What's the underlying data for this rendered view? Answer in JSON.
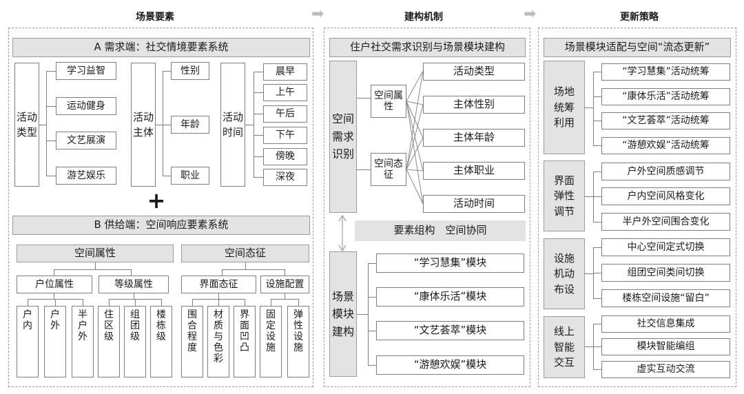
{
  "headers": {
    "scene_elements": "场景要素",
    "mechanism": "建构机制",
    "strategy": "更新策略"
  },
  "demand": {
    "title": "A 需求端：社交情境要素系统",
    "activity_type": "活动类型",
    "activity_type_items": [
      "学习益智",
      "运动健身",
      "文艺展演",
      "游艺娱乐"
    ],
    "activity_subject": "活动主体",
    "activity_subject_items": [
      "性别",
      "年龄",
      "职业"
    ],
    "activity_time": "活动时间",
    "activity_time_items": [
      "晨早",
      "上午",
      "午后",
      "下午",
      "傍晚",
      "深夜"
    ]
  },
  "plus": "+",
  "supply": {
    "title": "B 供给端：空间响应要素系统",
    "space_attr": "空间属性",
    "space_state": "空间态征",
    "household": "户位属性",
    "grade": "等级属性",
    "interface": "界面态征",
    "facility": "设施配置",
    "household_items": [
      "户内",
      "户外",
      "半户外"
    ],
    "grade_items": [
      "住区级",
      "组团级",
      "楼栋级"
    ],
    "interface_items": [
      "围合程度",
      "材质与色彩",
      "界面凹凸"
    ],
    "facility_items": [
      "固定设施",
      "弹性设施"
    ]
  },
  "mechanism": {
    "title": "住户社交需求识别与场景模块建构",
    "identify": "空间需求识别",
    "attr": "空间属性",
    "state": "空间态征",
    "targets": [
      "活动类型",
      "主体性别",
      "主体年龄",
      "主体职业",
      "活动时间"
    ],
    "coop": "要素组构　空间协同",
    "build": "场景模块建构",
    "modules": [
      "“学习慧集”模块",
      "“康体乐活”模块",
      "“文艺荟萃”模块",
      "“游憩欢娱”模块"
    ]
  },
  "strategy": {
    "title": "场景模块适配与空间“流态更新”",
    "groups": [
      {
        "label": "场地统筹利用",
        "items": [
          "“学习慧集”活动统筹",
          "“康体乐活”活动统筹",
          "“文艺荟萃”活动统筹",
          "“游憩欢娱”活动统筹"
        ]
      },
      {
        "label": "界面弹性调节",
        "items": [
          "户外空间质感调节",
          "户内空间风格变化",
          "半户外空间围合变化"
        ]
      },
      {
        "label": "设施机动布设",
        "items": [
          "中心空间定式切换",
          "组团空间类间切换",
          "楼栋空间设施“留白”"
        ]
      },
      {
        "label": "线上智能交互",
        "items": [
          "社交信息集成",
          "模块智能编组",
          "虚实互动交流"
        ]
      }
    ]
  }
}
